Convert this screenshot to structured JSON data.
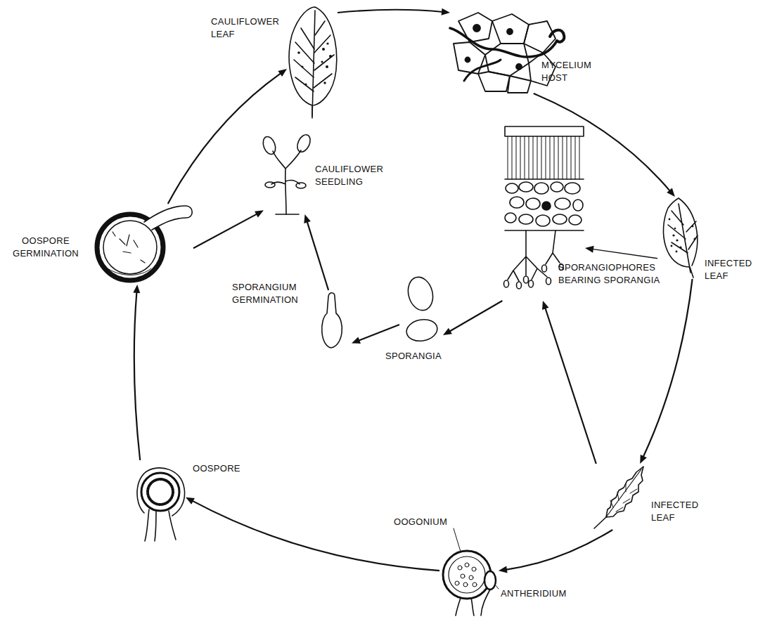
{
  "diagram": {
    "nodes": [
      {
        "text": [
          "CAULIFLOWER LEAF"
        ]
      },
      {
        "text": [
          "MYCELIUM HOST"
        ]
      },
      {
        "text": [
          "INFECTED LEAF"
        ]
      },
      {
        "text": [
          "SPORANGIOPHORES BEARING SPORANGIA"
        ]
      },
      {
        "text": [
          "SPORANGIA"
        ]
      },
      {
        "text": [
          "SPORANGIUM GERMINATION"
        ]
      },
      {
        "text": [
          "CAULIFLOWER SEEDLING"
        ]
      },
      {
        "text": [
          "OOSPORE GERMINATION"
        ]
      },
      {
        "text": [
          "INFECTED LEAF"
        ]
      },
      {
        "text": [
          "OOGONIUM",
          "ANTHERIDIUM"
        ]
      },
      {
        "text": [
          "OOSPORE"
        ]
      }
    ],
    "edges": [
      {
        "from": 0,
        "to": 1,
        "arrow": "to"
      },
      {
        "from": 1,
        "to": 2,
        "arrow": "to"
      },
      {
        "from": 2,
        "to": 3,
        "arrow": "to"
      },
      {
        "from": 3,
        "to": 4,
        "arrow": "to"
      },
      {
        "from": 4,
        "to": 5,
        "arrow": "to"
      },
      {
        "from": 5,
        "to": 6,
        "arrow": "to"
      },
      {
        "from": 7,
        "to": 6,
        "arrow": "to"
      },
      {
        "from": 7,
        "to": 0,
        "arrow": "to"
      },
      {
        "from": 2,
        "to": 8,
        "arrow": "to"
      },
      {
        "from": 8,
        "to": 3,
        "arrow": "to"
      },
      {
        "from": 8,
        "to": 9,
        "arrow": "to"
      },
      {
        "from": 9,
        "to": 10,
        "arrow": "to"
      },
      {
        "from": 10,
        "to": 7,
        "arrow": "to"
      }
    ]
  }
}
